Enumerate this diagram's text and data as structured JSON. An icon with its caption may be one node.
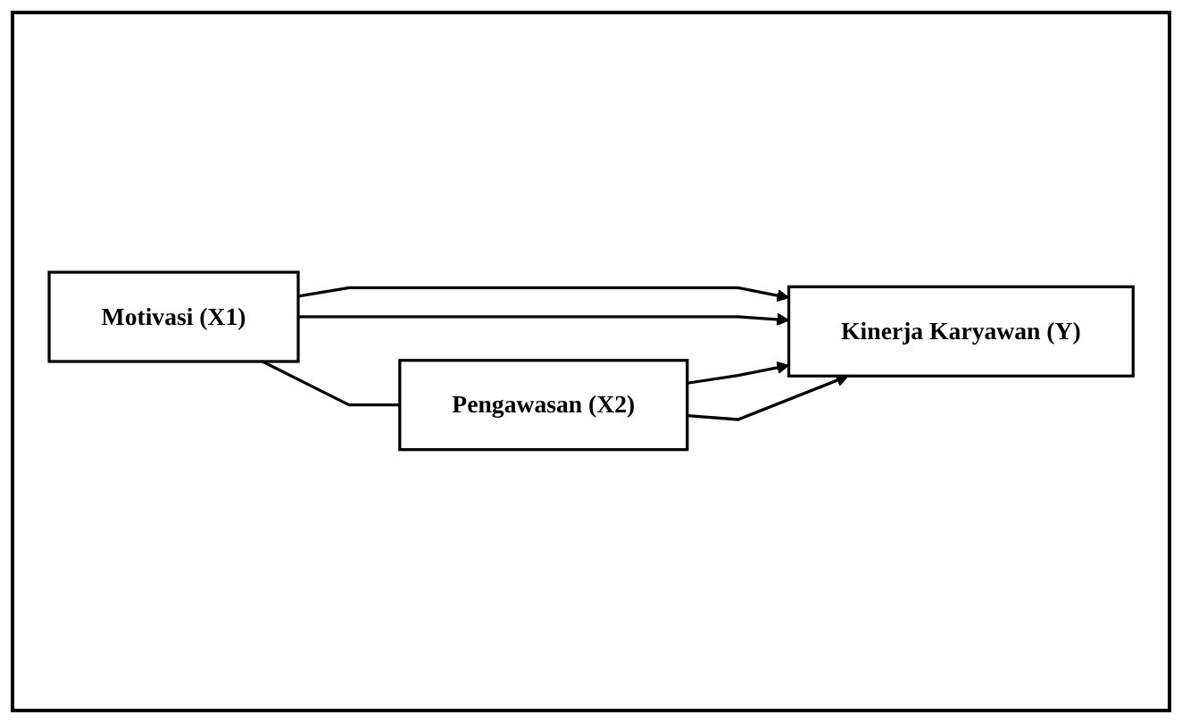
{
  "diagram": {
    "nodes": [
      {
        "text": [
          "Motivasi (X1)"
        ]
      },
      {
        "text": [
          "Pengawasan (X2)"
        ]
      },
      {
        "text": [
          "Kinerja Karyawan (Y)"
        ]
      }
    ],
    "edges": [
      {
        "from": 0,
        "to": 2,
        "arrow": "to"
      },
      {
        "from": 0,
        "to": 1,
        "arrow": "none"
      },
      {
        "from": 0,
        "to": 2,
        "arrow": "to"
      },
      {
        "from": 1,
        "to": 2,
        "arrow": "to"
      },
      {
        "from": 1,
        "to": 2,
        "arrow": "to"
      }
    ]
  }
}
